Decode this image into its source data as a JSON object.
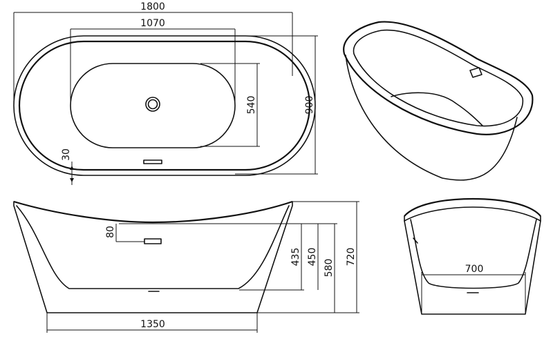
{
  "diagram": {
    "top_view": {
      "overall_length": "1800",
      "inner_length": "1070",
      "inner_width": "540",
      "overall_width": "900",
      "rim": "30"
    },
    "side_view": {
      "base_length": "1350",
      "overflow_height": "80",
      "dim_a": "435",
      "dim_b": "450",
      "dim_c": "580",
      "total_height": "720"
    },
    "end_view": {
      "base_width": "700"
    }
  }
}
